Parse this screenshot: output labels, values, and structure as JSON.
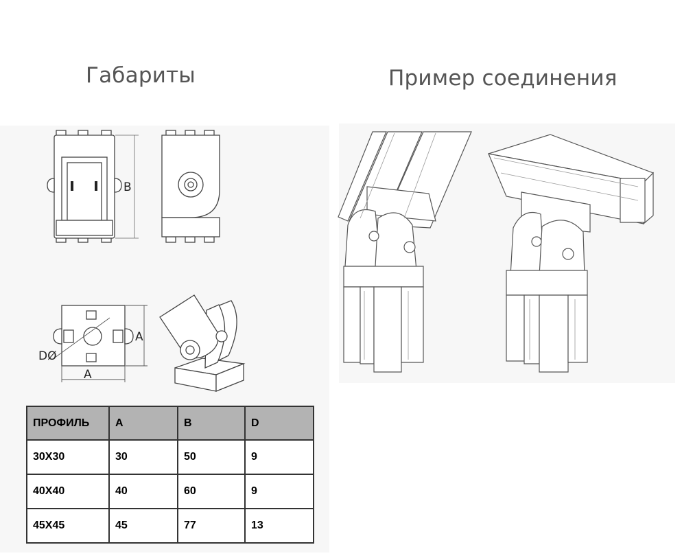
{
  "headings": {
    "dimensions": "Габариты",
    "example": "Пример соединения"
  },
  "drawing_labels": {
    "b": "B",
    "a_side": "A",
    "a_bottom": "A",
    "d_diameter": "DØ"
  },
  "table": {
    "headers": [
      "ПРОФИЛЬ",
      "A",
      "B",
      "D"
    ],
    "rows": [
      [
        "30X30",
        "30",
        "50",
        "9"
      ],
      [
        "40X40",
        "40",
        "60",
        "9"
      ],
      [
        "45X45",
        "45",
        "77",
        "13"
      ]
    ]
  },
  "colors": {
    "heading": "#555555",
    "panel": "#f7f7f7",
    "table_header": "#b3b3b3",
    "line": "#333333"
  }
}
